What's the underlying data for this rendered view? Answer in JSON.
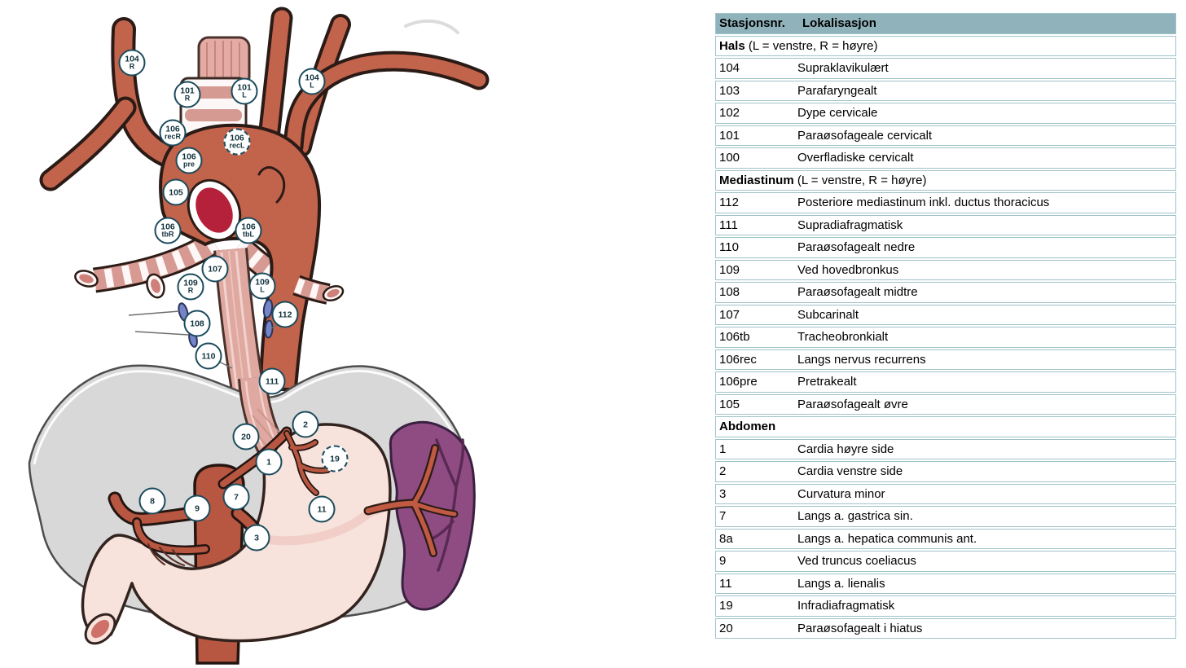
{
  "table": {
    "header": {
      "col1": "Stasjonsnr.",
      "col2": "Lokalisasjon"
    },
    "rows": [
      {
        "bold": "Hals",
        "rest": " (L = venstre, R = høyre)"
      },
      {
        "nr": "104",
        "loc": "Supraklavikulært"
      },
      {
        "nr": "103",
        "loc": "Parafaryngealt"
      },
      {
        "nr": "102",
        "loc": "Dype cervicale"
      },
      {
        "nr": "101",
        "loc": "Paraøsofageale cervicalt"
      },
      {
        "nr": "100",
        "loc": "Overfladiske cervicalt"
      },
      {
        "bold": "Mediastinum",
        "rest": " (L = venstre, R = høyre)"
      },
      {
        "nr": "112",
        "loc": "Posteriore mediastinum inkl. ductus thoracicus"
      },
      {
        "nr": "111",
        "loc": "Supradiafragmatisk"
      },
      {
        "nr": "110",
        "loc": "Paraøsofagealt nedre"
      },
      {
        "nr": "109",
        "loc": "Ved hovedbronkus"
      },
      {
        "nr": "108",
        "loc": "Paraøsofagealt midtre"
      },
      {
        "nr": "107",
        "loc": "Subcarinalt"
      },
      {
        "nr": "106tb",
        "loc": "Tracheobronkialt"
      },
      {
        "nr": "106rec",
        "loc": "Langs nervus recurrens"
      },
      {
        "nr": "106pre",
        "loc": "Pretrakealt"
      },
      {
        "nr": "105",
        "loc": "Paraøsofagealt øvre"
      },
      {
        "bold": "Abdomen",
        "rest": ""
      },
      {
        "nr": "1",
        "loc": "Cardia høyre side"
      },
      {
        "nr": "2",
        "loc": "Cardia venstre side"
      },
      {
        "nr": "3",
        "loc": "Curvatura minor"
      },
      {
        "nr": "7",
        "loc": "Langs a. gastrica sin."
      },
      {
        "nr": "8a",
        "loc": "Langs a. hepatica communis ant."
      },
      {
        "nr": "9",
        "loc": "Ved truncus coeliacus"
      },
      {
        "nr": "11",
        "loc": "Langs a. lienalis"
      },
      {
        "nr": "19",
        "loc": "Infradiafragmatisk"
      },
      {
        "nr": "20",
        "loc": "Paraøsofagealt i hiatus"
      }
    ]
  },
  "diagram": {
    "stations": [
      {
        "id": "104R",
        "line1": "104",
        "line2": "R"
      },
      {
        "id": "101R",
        "line1": "101",
        "line2": "R"
      },
      {
        "id": "101L",
        "line1": "101",
        "line2": "L"
      },
      {
        "id": "104L",
        "line1": "104",
        "line2": "L"
      },
      {
        "id": "106recR",
        "line1": "106",
        "line2": "recR"
      },
      {
        "id": "106recL",
        "line1": "106",
        "line2": "recL"
      },
      {
        "id": "106pre",
        "line1": "106",
        "line2": "pre"
      },
      {
        "id": "105",
        "line1": "105",
        "line2": ""
      },
      {
        "id": "106tbR",
        "line1": "106",
        "line2": "tbR"
      },
      {
        "id": "106tbL",
        "line1": "106",
        "line2": "tbL"
      },
      {
        "id": "107",
        "line1": "107",
        "line2": ""
      },
      {
        "id": "109R",
        "line1": "109",
        "line2": "R"
      },
      {
        "id": "109L",
        "line1": "109",
        "line2": "L"
      },
      {
        "id": "112",
        "line1": "112",
        "line2": ""
      },
      {
        "id": "108",
        "line1": "108",
        "line2": ""
      },
      {
        "id": "110",
        "line1": "110",
        "line2": ""
      },
      {
        "id": "111",
        "line1": "111",
        "line2": ""
      },
      {
        "id": "20",
        "line1": "20",
        "line2": ""
      },
      {
        "id": "2",
        "line1": "2",
        "line2": ""
      },
      {
        "id": "1",
        "line1": "1",
        "line2": ""
      },
      {
        "id": "19",
        "line1": "19",
        "line2": ""
      },
      {
        "id": "8",
        "line1": "8",
        "line2": ""
      },
      {
        "id": "9",
        "line1": "9",
        "line2": ""
      },
      {
        "id": "7",
        "line1": "7",
        "line2": ""
      },
      {
        "id": "11",
        "line1": "11",
        "line2": ""
      },
      {
        "id": "3",
        "line1": "3",
        "line2": ""
      }
    ]
  },
  "colors": {
    "table_header_bg": "#90b3bb",
    "table_border": "#9fc2ca",
    "station_ring": "#1b4b5c",
    "artery_orange": "#c2634c",
    "abdominal_artery": "#b85741",
    "aorta_lumen_red": "#b5213a",
    "esophagus_pink": "#dfa8a0",
    "stomach_pink": "#f8e2dc",
    "spleen_purple": "#8f4c83",
    "diaphragm_gray": "#d8d8d8",
    "lymph_node_blue": "#7585c8"
  }
}
